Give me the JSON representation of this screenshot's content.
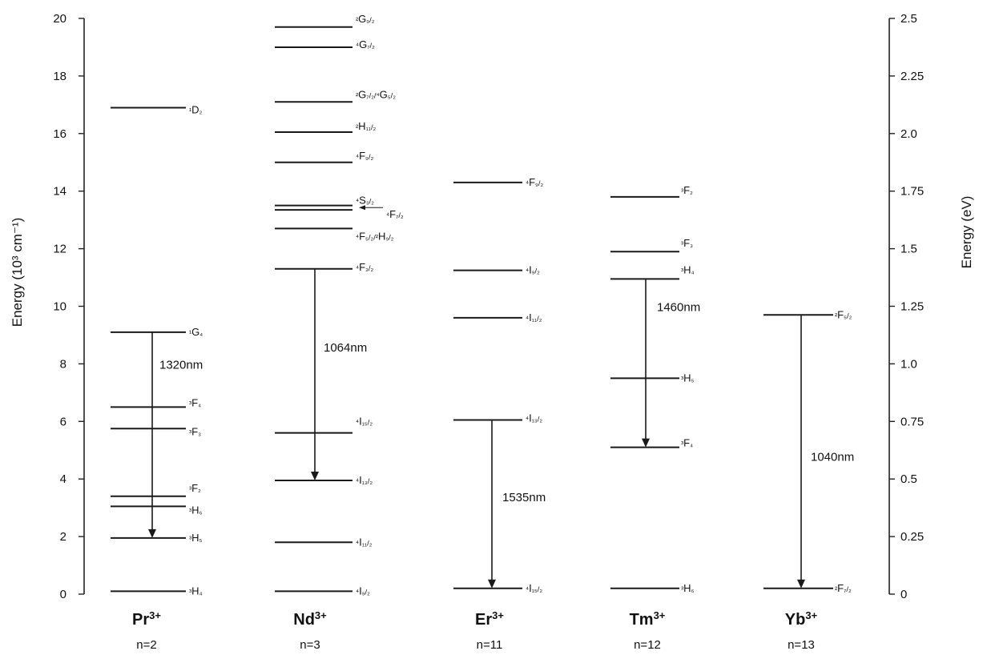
{
  "chart_data": {
    "type": "energy-level-diagram",
    "left_axis": {
      "label": "Energy (10³ cm⁻¹)",
      "range": [
        0,
        20
      ],
      "ticks": [
        "0",
        "2",
        "4",
        "6",
        "8",
        "10",
        "12",
        "14",
        "16",
        "18",
        "20"
      ]
    },
    "right_axis": {
      "label": "Energy (eV)",
      "range": [
        0,
        2.5
      ],
      "ticks": [
        "0",
        "0.25",
        "0.5",
        "0.75",
        "1.0",
        "1.25",
        "1.5",
        "1.75",
        "2.0",
        "2.25",
        "2.5"
      ]
    },
    "ions": [
      {
        "name": "Pr",
        "charge": "3+",
        "n_label": "n=2",
        "levels": [
          {
            "energy": 0.1,
            "label": "³H₄"
          },
          {
            "energy": 1.95,
            "label": "³H₅"
          },
          {
            "energy": 3.05,
            "label": "³H₆"
          },
          {
            "energy": 3.4,
            "label": "³F₂"
          },
          {
            "energy": 5.75,
            "label": "³F₃"
          },
          {
            "energy": 6.5,
            "label": "³F₄"
          },
          {
            "energy": 9.1,
            "label": "¹G₄"
          },
          {
            "energy": 16.9,
            "label": "¹D₂"
          }
        ],
        "transition": {
          "from": 9.1,
          "to": 1.95,
          "label": "1320nm"
        }
      },
      {
        "name": "Nd",
        "charge": "3+",
        "n_label": "n=3",
        "levels": [
          {
            "energy": 0.1,
            "label": "⁴I₉/₂"
          },
          {
            "energy": 1.8,
            "label": "⁴I₁₁/₂"
          },
          {
            "energy": 3.95,
            "label": "⁴I₁₃/₂"
          },
          {
            "energy": 5.6,
            "label": "⁴I₁₅/₂"
          },
          {
            "energy": 11.3,
            "label": "⁴F₃/₂"
          },
          {
            "energy": 12.7,
            "label": "⁴F₅/₂/²H₉/₂"
          },
          {
            "energy": 13.35,
            "label": "⁴F₇/₂"
          },
          {
            "energy": 13.5,
            "label": "⁴S₃/₂"
          },
          {
            "energy": 15.0,
            "label": "⁴F₉/₂"
          },
          {
            "energy": 16.05,
            "label": "²H₁₁/₂"
          },
          {
            "energy": 17.1,
            "label": "²G₇/₂/⁴G₅/₂"
          },
          {
            "energy": 19.0,
            "label": "⁴G₇/₂"
          },
          {
            "energy": 19.7,
            "label": "²G₉/₂"
          }
        ],
        "transition": {
          "from": 11.3,
          "to": 3.95,
          "label": "1064nm"
        }
      },
      {
        "name": "Er",
        "charge": "3+",
        "n_label": "n=11",
        "levels": [
          {
            "energy": 0.2,
            "label": "⁴I₁₅/₂"
          },
          {
            "energy": 6.05,
            "label": "⁴I₁₃/₂"
          },
          {
            "energy": 9.6,
            "label": "⁴I₁₁/₂"
          },
          {
            "energy": 11.25,
            "label": "⁴I₉/₂"
          },
          {
            "energy": 14.3,
            "label": "⁴F₉/₂"
          }
        ],
        "transition": {
          "from": 6.05,
          "to": 0.2,
          "label": "1535nm"
        }
      },
      {
        "name": "Tm",
        "charge": "3+",
        "n_label": "n=12",
        "levels": [
          {
            "energy": 0.2,
            "label": "³H₆"
          },
          {
            "energy": 5.1,
            "label": "³F₄"
          },
          {
            "energy": 7.5,
            "label": "³H₅"
          },
          {
            "energy": 10.95,
            "label": "³H₄"
          },
          {
            "energy": 11.9,
            "label": "³F₃"
          },
          {
            "energy": 13.8,
            "label": "³F₂"
          }
        ],
        "transition": {
          "from": 10.95,
          "to": 5.1,
          "label": "1460nm"
        }
      },
      {
        "name": "Yb",
        "charge": "3+",
        "n_label": "n=13",
        "levels": [
          {
            "energy": 0.2,
            "label": "²F₇/₂"
          },
          {
            "energy": 9.7,
            "label": "²F₅/₂"
          }
        ],
        "transition": {
          "from": 9.7,
          "to": 0.2,
          "label": "1040nm"
        }
      }
    ]
  }
}
